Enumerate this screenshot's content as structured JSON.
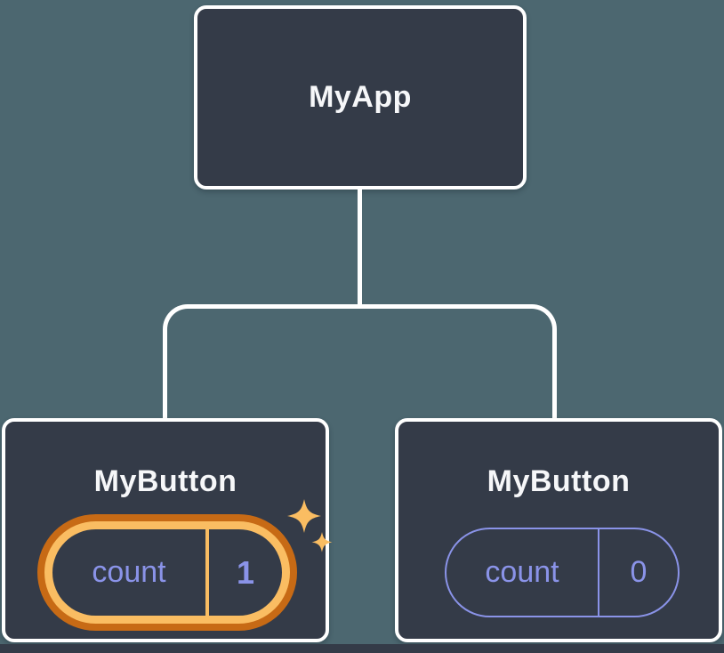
{
  "diagram": {
    "root": {
      "label": "MyApp"
    },
    "children": [
      {
        "label": "MyButton",
        "state": {
          "key": "count",
          "value": "1"
        },
        "highlighted": true,
        "icon": "sparkle-icon"
      },
      {
        "label": "MyButton",
        "state": {
          "key": "count",
          "value": "0"
        },
        "highlighted": false
      }
    ]
  },
  "colors": {
    "background": "#4C6770",
    "node_fill": "#343B48",
    "node_border": "#FFFFFF",
    "label_text": "#F6F7F9",
    "state_purple": "#8A93E8",
    "glow_outer": "#C76A15",
    "glow_inner": "#FABD62"
  }
}
